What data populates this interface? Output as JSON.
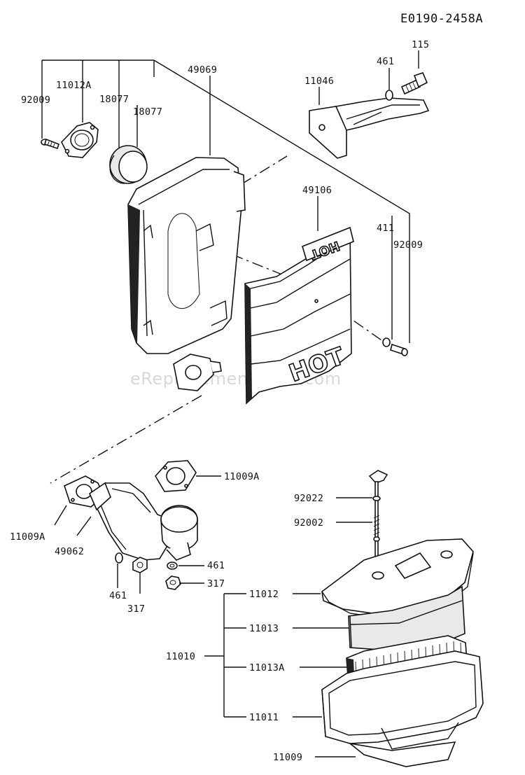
{
  "drawing_code": "E0190-2458A",
  "watermark": "eReplacementParts.com",
  "hot_label": "HOT",
  "parts": {
    "p92009_top": "92009",
    "p11012A": "11012A",
    "p18077_a": "18077",
    "p18077_b": "18077",
    "p49069": "49069",
    "p11046": "11046",
    "p461_top": "461",
    "p115": "115",
    "p49106": "49106",
    "p411": "411",
    "p92009_right": "92009",
    "p11009A_right": "11009A",
    "p11009A_left": "11009A",
    "p49062": "49062",
    "p461_right": "461",
    "p317_right": "317",
    "p461_bottom": "461",
    "p317_bottom": "317",
    "p92022": "92022",
    "p92002": "92002",
    "p11012": "11012",
    "p11013": "11013",
    "p11013A": "11013A",
    "p11011": "11011",
    "p11010": "11010",
    "p11009": "11009"
  }
}
